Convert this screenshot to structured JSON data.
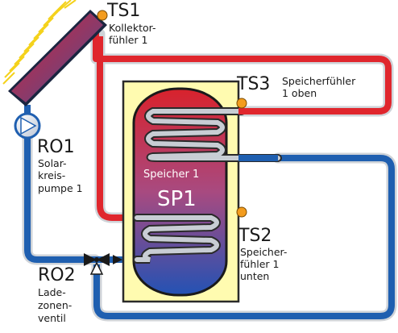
{
  "colors": {
    "hot": "#e0262d",
    "cold": "#1f5fb0",
    "tank_box": "#fffbb0",
    "sensor": "#f39c1e"
  },
  "sensors": {
    "ts1": {
      "tag": "TS1",
      "desc": [
        "Kollektor-",
        "fühler 1"
      ]
    },
    "ts3": {
      "tag": "TS3",
      "desc": [
        "Speicherfühler",
        "1 oben"
      ]
    },
    "ts2": {
      "tag": "TS2",
      "desc": [
        "Speicher-",
        "fühler 1",
        "unten"
      ]
    }
  },
  "pump": {
    "tag": "RO1",
    "desc": [
      "Solar-",
      "kreis-",
      "pumpe 1"
    ]
  },
  "valve": {
    "tag": "RO2",
    "desc": [
      "Lade-",
      "zonen-",
      "ventil"
    ]
  },
  "tank": {
    "label": "Speicher 1",
    "id": "SP1"
  }
}
